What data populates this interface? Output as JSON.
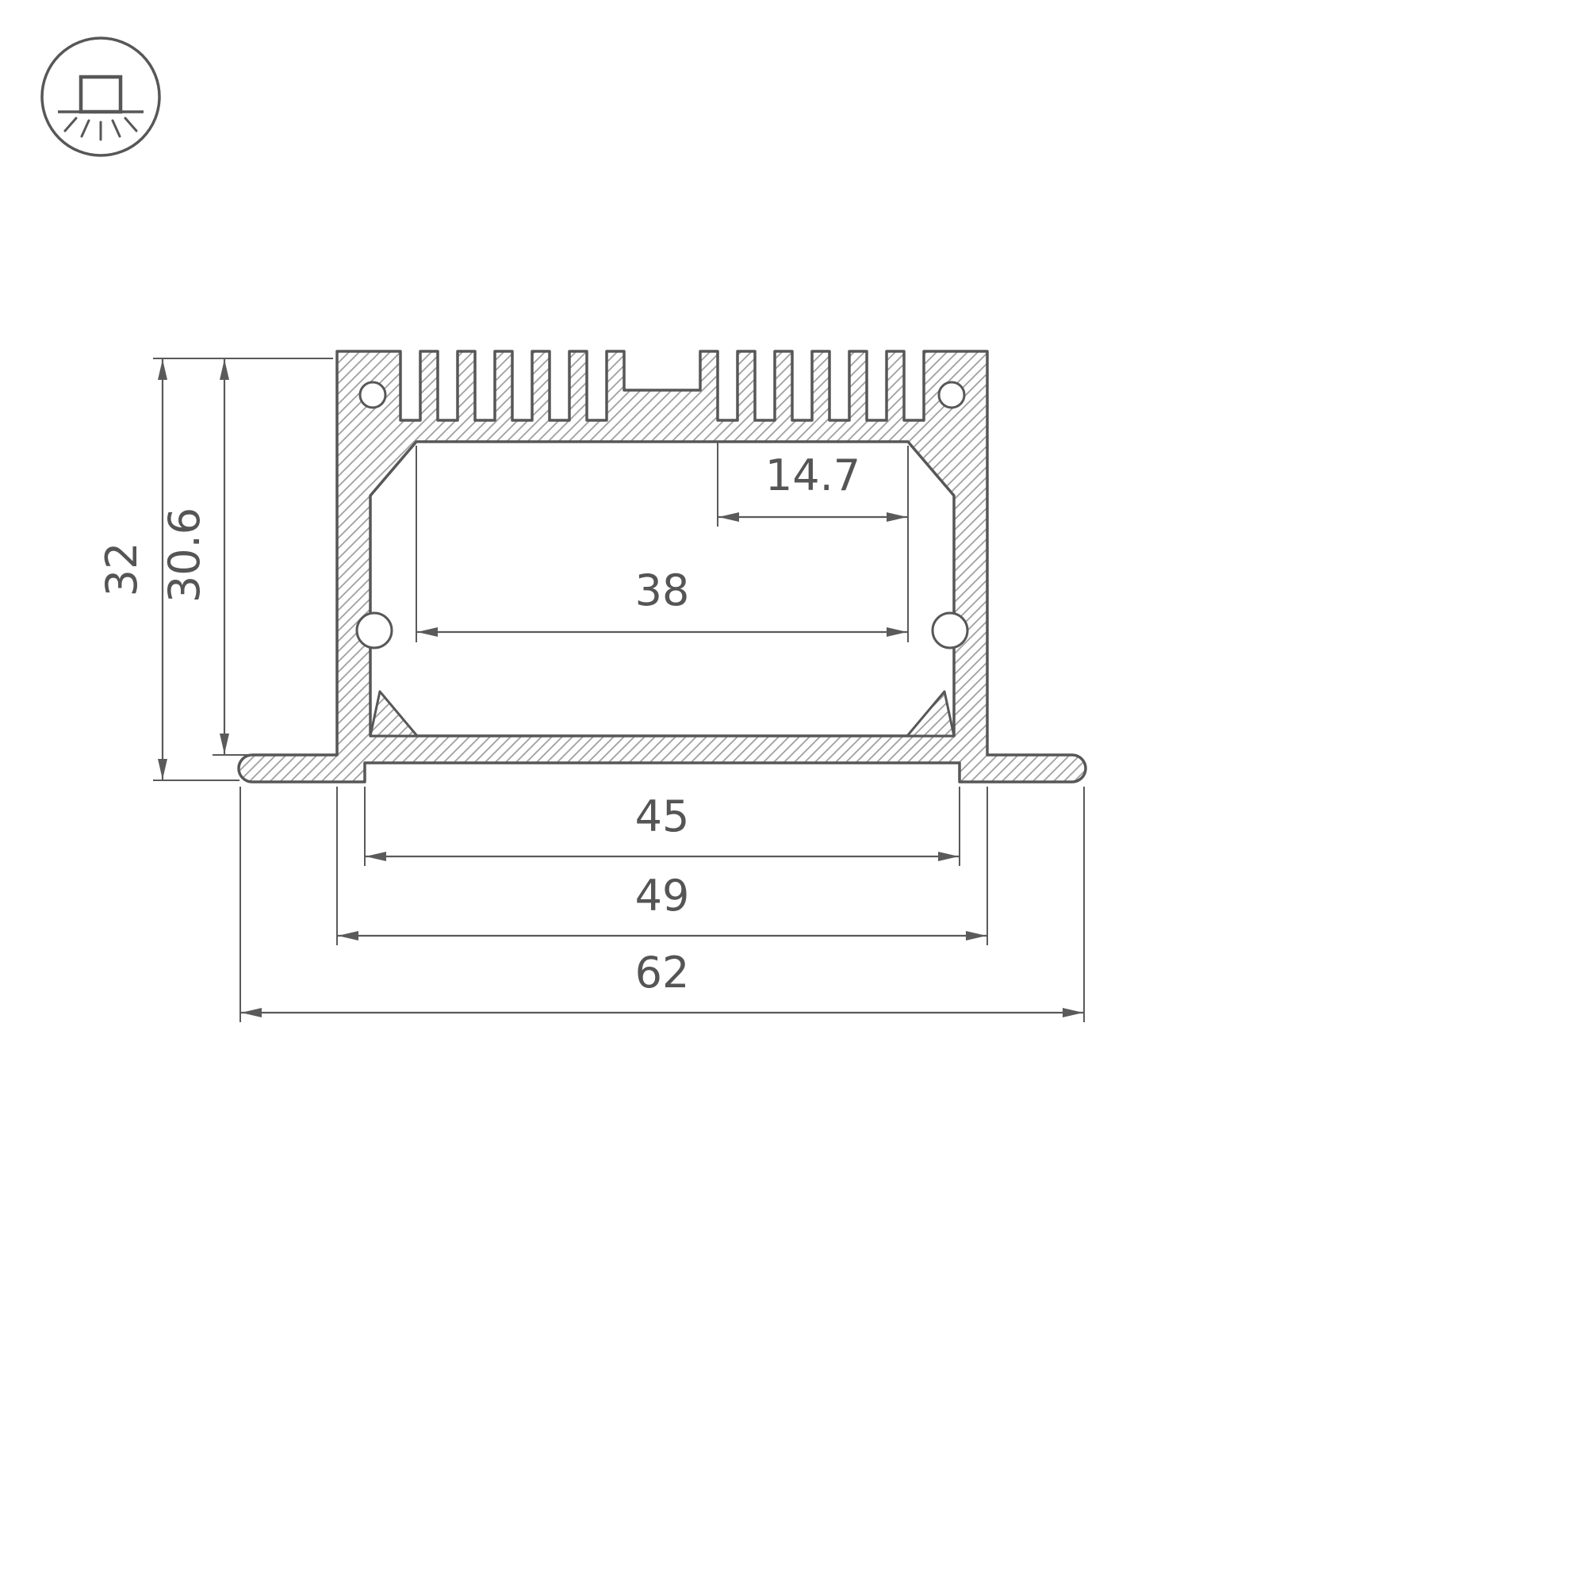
{
  "drawing": {
    "icon": {
      "name": "recessed-mount-light-icon"
    },
    "dimensions": {
      "overall_height": "32",
      "inner_height": "30.6",
      "slot_width": "14.7",
      "cavity_width": "38",
      "base_width": "45",
      "body_width": "49",
      "overall_width": "62"
    },
    "colors": {
      "line": "#575757",
      "dimension": "#5a5a5a",
      "hatch": "#a0a0a0",
      "background": "#ffffff"
    }
  }
}
